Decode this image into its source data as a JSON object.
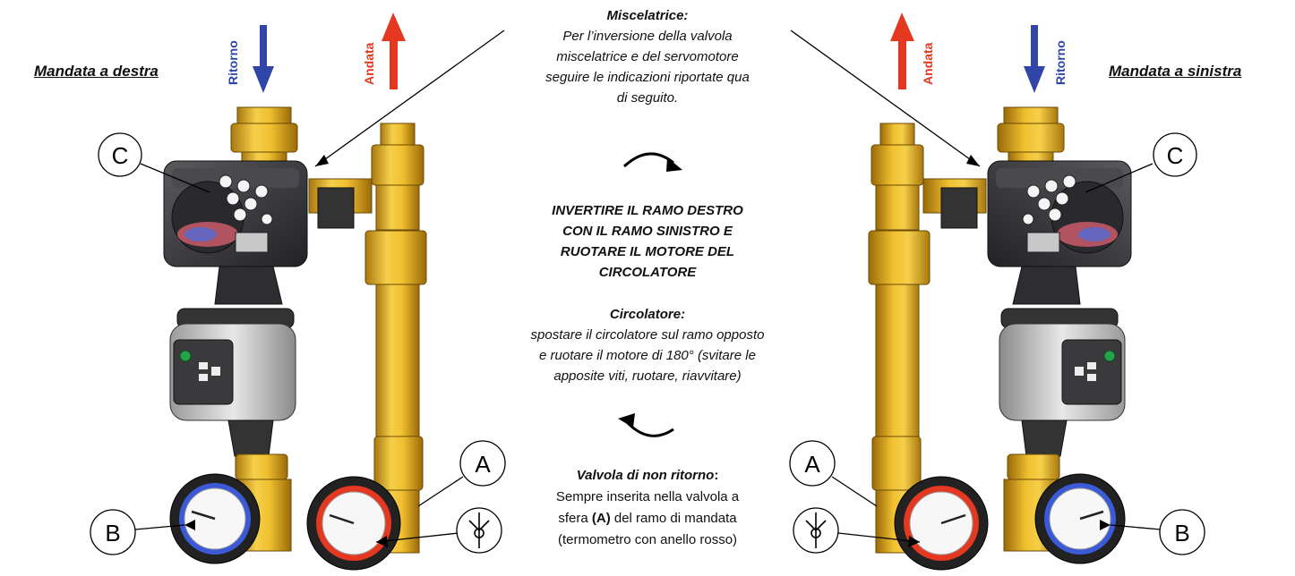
{
  "left_side": {
    "heading": "Mandata a destra",
    "return_label": "Ritorno",
    "flow_label": "Andata"
  },
  "right_side": {
    "heading": "Mandata a sinistra",
    "return_label": "Ritorno",
    "flow_label": "Andata"
  },
  "callouts": {
    "valve_letter": "A",
    "thermometer_letter": "B",
    "servomotor_letter": "C"
  },
  "center": {
    "mixer_title": "Miscelatrice:",
    "mixer_lines": [
      "Per l’inversione della valvola",
      "miscelatrice e del servomotore",
      "seguire le indicazioni riportate qua",
      "di seguito."
    ],
    "invert_lines": [
      "INVERTIRE IL RAMO DESTRO",
      "CON IL RAMO SINISTRO E",
      "RUOTARE IL MOTORE DEL",
      "CIRCOLATORE"
    ],
    "pump_title": "Circolatore:",
    "pump_lines": [
      "spostare il circolatore sul ramo opposto",
      "e ruotare il motore di 180° (svitare le",
      "apposite viti, ruotare, riavvitare)"
    ],
    "check_title": "Valvola di non ritorno",
    "check_colon": ":",
    "check_line1": "Sempre inserita nella valvola a",
    "check_line2_pre": "sfera ",
    "check_line2_bold": "(A)",
    "check_line2_post": " del ramo di mandata",
    "check_line3": "(termometro con anello rosso)"
  },
  "colors": {
    "return_arrow": "#2f46a8",
    "flow_arrow": "#e53820",
    "brass": "#e8b32a",
    "actuator": "#3a3a3c"
  }
}
